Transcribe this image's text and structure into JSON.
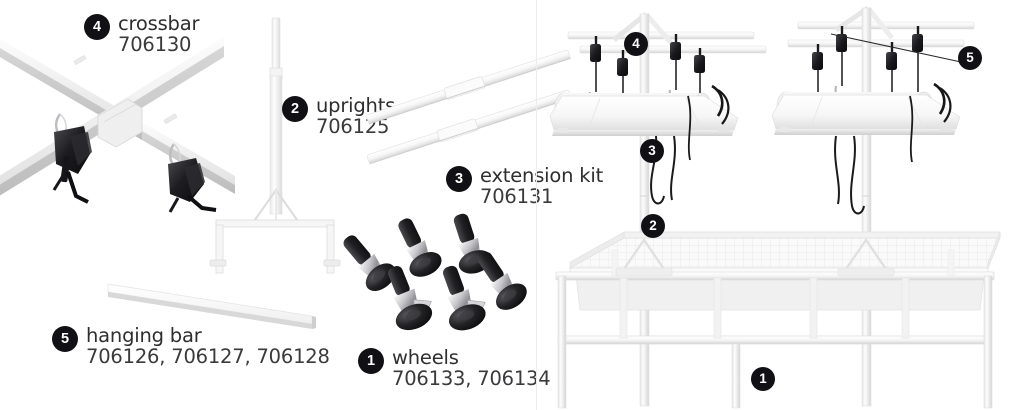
{
  "diagram": {
    "title": "Grow light rack component parts diagram",
    "panels": [
      {
        "id": "parts",
        "name": "exploded-parts-panel"
      },
      {
        "id": "assembly",
        "name": "assembled-rack-panel"
      }
    ],
    "accent_color": "#111014",
    "text_color": "#2e2e30",
    "frame_color": "#f2f2f2",
    "hardware_color": "#1b1b1d"
  },
  "parts": [
    {
      "ref": "4",
      "name": "crossbar",
      "part_numbers": "706130",
      "icon": "crossbar-x-assembly-icon"
    },
    {
      "ref": "2",
      "name": "uprights",
      "part_numbers": "706125",
      "icon": "upright-pole-icon"
    },
    {
      "ref": "3",
      "name": "extension kit",
      "part_numbers": "706131",
      "icon": "extension-tubes-icon"
    },
    {
      "ref": "5",
      "name": "hanging bar",
      "part_numbers": "706126, 706127, 706128",
      "icon": "hanging-bar-icon"
    },
    {
      "ref": "1",
      "name": "wheels",
      "part_numbers": "706133, 706134",
      "icon": "caster-wheels-icon"
    }
  ],
  "assembly_callouts": [
    {
      "ref": "4",
      "target": "crossbar",
      "has_leader": false
    },
    {
      "ref": "5",
      "target": "hanging bar",
      "has_leader": true
    },
    {
      "ref": "3",
      "target": "extension kit",
      "has_leader": false
    },
    {
      "ref": "2",
      "target": "uprights",
      "has_leader": false
    },
    {
      "ref": "1",
      "target": "wheels",
      "has_leader": false
    }
  ]
}
